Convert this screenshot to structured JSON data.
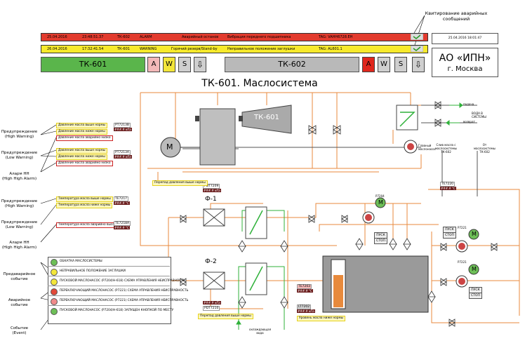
{
  "ack_label": "Квитирование аварийных сообщений",
  "datetime_box": "25.04.2016   18:01:47",
  "alarms": [
    {
      "date": "25.04.2016",
      "time": "23:48:51.37",
      "unit": "ТК-602",
      "type": "ALARM",
      "text": "Аварийный останов",
      "detail": "Вибрация переднего подшипника",
      "tag": "TAG: VAHH6728.EH",
      "color": "#e23b2e"
    },
    {
      "date": "26.04.2016",
      "time": "17:32:41.54",
      "unit": "ТК-601",
      "type": "WARNING",
      "text": "Горячий резерв/Stand-by",
      "detail": "Неправильное положение заглушки",
      "tag": "TAG: AL601.1",
      "color": "#f7ea2c"
    }
  ],
  "units": {
    "tk601": {
      "label": "ТК-601",
      "color": "#5ab54b"
    },
    "tk602": {
      "label": "ТК-602",
      "color": "#b9b9b9"
    },
    "modes": {
      "a": "A",
      "w": "W",
      "s": "S"
    }
  },
  "company": {
    "name": "АО «ИПН»",
    "city": "г. Москва"
  },
  "title": "ТК-601. Маслосистема",
  "legend": {
    "high_warning_1": "Предупреждение\n(High Warning)",
    "low_warning_1": "Предупреждение\n(Low Warning)",
    "alarm_hh_1": "Аларм HH\n(High High Alarm)",
    "high_warning_2": "Предупреждение\n(High Warning)",
    "low_warning_2": "Предупреждение\n(Low Warning)",
    "alarm_hh_2": "Аларм HH\n(High High Alarm)",
    "warning_event": "Предаварийное\nсобытие",
    "alarm_event": "Аварийное\nсобытие",
    "event": "Событие\n(Event)"
  },
  "pressure_msgs": [
    {
      "text": "Давление масла выше нормы",
      "border": "#e7d21c",
      "bg": "#fbf7c0"
    },
    {
      "text": "Давление масла ниже нормы",
      "border": "#e7d21c",
      "bg": "#fbf7c0"
    },
    {
      "text": "Давление масла аварийно низко",
      "border": "#c22",
      "bg": "#fff"
    },
    {
      "text": "Давление масла выше нормы",
      "border": "#e7d21c",
      "bg": "#fbf7c0"
    },
    {
      "text": "Давление масла ниже нормы",
      "border": "#e7d21c",
      "bg": "#fbf7c0"
    },
    {
      "text": "Давление масла аварийно низко",
      "border": "#c22",
      "bg": "#fff"
    }
  ],
  "temp_msgs": [
    {
      "text": "Температура масла выше нормы",
      "border": "#e7d21c",
      "bg": "#fbf7c0"
    },
    {
      "text": "Температура масла ниже нормы",
      "border": "#e7d21c",
      "bg": "#fbf7c0"
    },
    {
      "text": "Температура масла аварийно высока",
      "border": "#c22",
      "bg": "#fff"
    }
  ],
  "tags": {
    "pt7213b": "PT7213B",
    "pt7213a": "PT7213A",
    "pdt7209": "PDT7209",
    "te7217": "TE7217",
    "te7218a": "TE7218A",
    "te7220": "TE7220",
    "te7203": "TE7203",
    "lt7202": "LT7202",
    "pdt7210": "PDT7210",
    "p7204": "P7204",
    "p7221a": "P7221",
    "p7221b": "P7221"
  },
  "equipment": {
    "tk601": "ТК-601",
    "motor": "M",
    "f1": "Ф-1",
    "f2": "Ф-2",
    "main_pump": "Главный\nмаслонасос",
    "water_in": "подача",
    "water_out": "возврат",
    "cooling_water": "охлаждающая\nвода",
    "oil_from": "Слив масла с\nмаслосистемы\nТК-602",
    "oil_to": "От\nмаслосистемы\nТК-602",
    "water_label": "ВОДА В\nСИСТЕМЫ"
  },
  "notes": {
    "pdt7209": "Перепад давления выше нормы",
    "pdt7210": "Перепад давления выше нормы",
    "lt7202": "Уровень масла ниже нормы"
  },
  "buttons": {
    "start": "ПУСК",
    "stop": "СТОП"
  },
  "events": [
    {
      "text": "ОБКАТКА МАСЛОСИСТЕМЫ",
      "color": "#6dbf57"
    },
    {
      "text": "НЕПРАВИЛЬНОЕ ПОЛОЖЕНИЕ ЗАГЛУШКИ",
      "color": "#f3e63a"
    },
    {
      "text": "ПУСКОВОЙ МАСЛОНАСОС (P7204/Н-618) СХЕМА УПРАВЛЕНИЯ НЕИСПРАВНОСТЬ",
      "color": "#f3e63a"
    },
    {
      "text": "ПЕРЕКЛЮЧАЮЩИЙ МАСЛОНАСОС (P7221) СХЕМА УПРАВЛЕНИЯ НЕИСПРАВНОСТЬ",
      "color": "#e24a3a"
    },
    {
      "text": "ПЕРЕКЛЮЧАЮЩИЙ МАСЛОНАСОС (P7221) СХЕМА УПРАВЛЕНИЯ НЕИСПРАВНОСТЬ",
      "color": "#f08a8a"
    },
    {
      "text": "ПУСКОВОЙ МАСЛОНАСОС (P7204/Н-618) ЗАПУЩЕН КНОПКОЙ ПО МЕСТУ",
      "color": "#6dbf57"
    }
  ],
  "values": {
    "unit_kpa": "###.# кПа",
    "unit_c": "###.# °C"
  }
}
